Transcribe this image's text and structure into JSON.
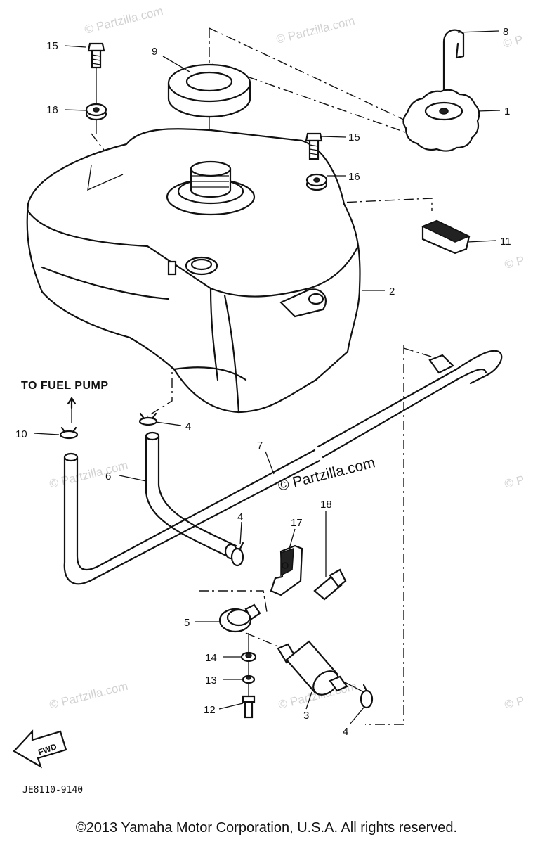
{
  "diagram": {
    "part_labels": {
      "p1": "1",
      "p2": "2",
      "p3": "3",
      "p4a": "4",
      "p4b": "4",
      "p4c": "4",
      "p5": "5",
      "p6": "6",
      "p7": "7",
      "p8": "8",
      "p9": "9",
      "p10": "10",
      "p11": "11",
      "p12": "12",
      "p13": "13",
      "p14": "14",
      "p15a": "15",
      "p15b": "15",
      "p16a": "16",
      "p16b": "16",
      "p17": "17",
      "p18": "18"
    },
    "fuel_pump_caption": "TO FUEL PUMP",
    "fwd_label": "FWD",
    "drawing_code": "JE8110-9140",
    "watermark": "© Partzilla.com",
    "watermark_edge": "© P",
    "watermark_main": "© Partzilla.com"
  },
  "footer": {
    "copyright": "©2013 Yamaha Motor Corporation, U.S.A. All rights reserved."
  }
}
